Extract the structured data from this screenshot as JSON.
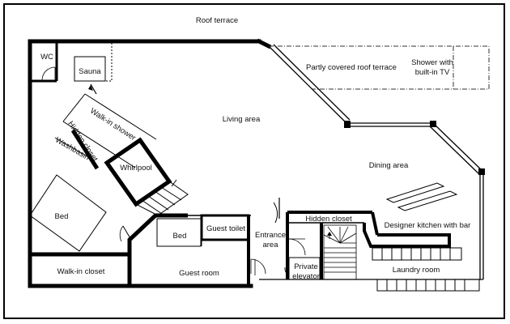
{
  "labels": {
    "roof_terrace": "Roof terrace",
    "wc": "WC",
    "sauna": "Sauna",
    "partly_covered_roof_terrace": "Partly covered roof terrace",
    "shower_with": "Shower with",
    "built_in_tv": "built-in TV",
    "living_area": "Living area",
    "walk_in_shower": "Walk-in shower",
    "hidden_closet_vertical": "Hidden closet",
    "washbasin": "Washbasin",
    "whirlpool": "Whirlpool",
    "dining_area": "Dining area",
    "bed_master": "Bed",
    "hidden_closet": "Hidden closet",
    "designer_kitchen": "Designer kitchen with bar",
    "bed_guest": "Bed",
    "guest_toilet": "Guest toilet",
    "entrance": "Entrance",
    "area": "area",
    "walk_in_closet": "Walk-in closet",
    "guest_room": "Guest room",
    "private": "Private",
    "elevator": "elevator",
    "laundry_room": "Laundry room"
  },
  "colors": {
    "wall": "#000000",
    "line": "#333333",
    "background": "#ffffff"
  }
}
